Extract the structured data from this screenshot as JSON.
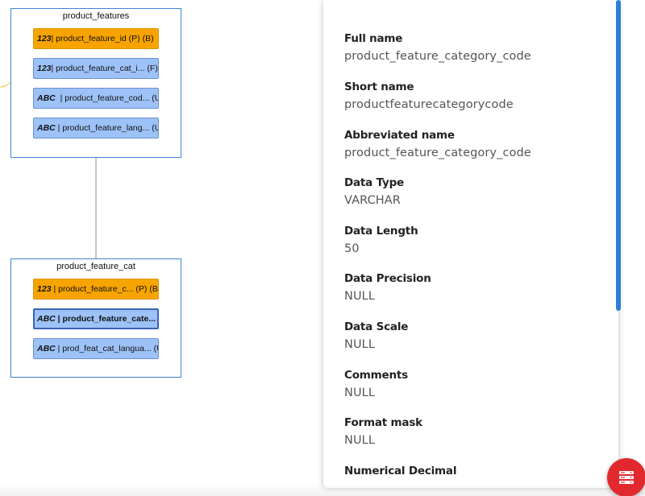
{
  "diagram": {
    "entities": [
      {
        "title": "product_features",
        "columns": [
          {
            "type": "123",
            "sep": "|",
            "name": " product_feature_id (P) (B)",
            "kind": "pk"
          },
          {
            "type": "123",
            "sep": "|",
            "name": " product_feature_cat_i... (F)",
            "kind": "normal"
          },
          {
            "type": "ABC",
            "sep": "  |",
            "name": " product_feature_cod... (U)",
            "kind": "normal"
          },
          {
            "type": "ABC",
            "sep": " |",
            "name": " product_feature_lang... (U)",
            "kind": "normal"
          }
        ]
      },
      {
        "title": "product_feature_cat",
        "columns": [
          {
            "type": "123",
            "sep": " |",
            "name": " product_feature_c... (P) (B)",
            "kind": "pk"
          },
          {
            "type": "ABC",
            "sep": " |",
            "name": " product_feature_cate... (U)",
            "kind": "selected"
          },
          {
            "type": "ABC",
            "sep": " |",
            "name": " prod_feat_cat_langua... (U)",
            "kind": "normal"
          }
        ]
      }
    ],
    "colors": {
      "entity_border": "#3d83d6",
      "column_fill": "#9dc2f7",
      "pk_fill": "#f7a400",
      "relation_line": "#8c8c8c",
      "partial_link": "#e8c22c"
    }
  },
  "properties": [
    {
      "label": "Full name",
      "value": "product_feature_category_code"
    },
    {
      "label": "Short name",
      "value": "productfeaturecategorycode"
    },
    {
      "label": "Abbreviated name",
      "value": "product_feature_category_code"
    },
    {
      "label": "Data Type",
      "value": "VARCHAR"
    },
    {
      "label": "Data Length",
      "value": "50"
    },
    {
      "label": "Data Precision",
      "value": "NULL"
    },
    {
      "label": "Data Scale",
      "value": "NULL"
    },
    {
      "label": "Comments",
      "value": "NULL"
    },
    {
      "label": "Format mask",
      "value": "NULL"
    },
    {
      "label": "Numerical Decimal",
      "value": ""
    }
  ],
  "fab": {
    "icon": "database-list-icon",
    "color": "#e0282e"
  },
  "scrollbar": {
    "color": "#2b7fd6"
  }
}
